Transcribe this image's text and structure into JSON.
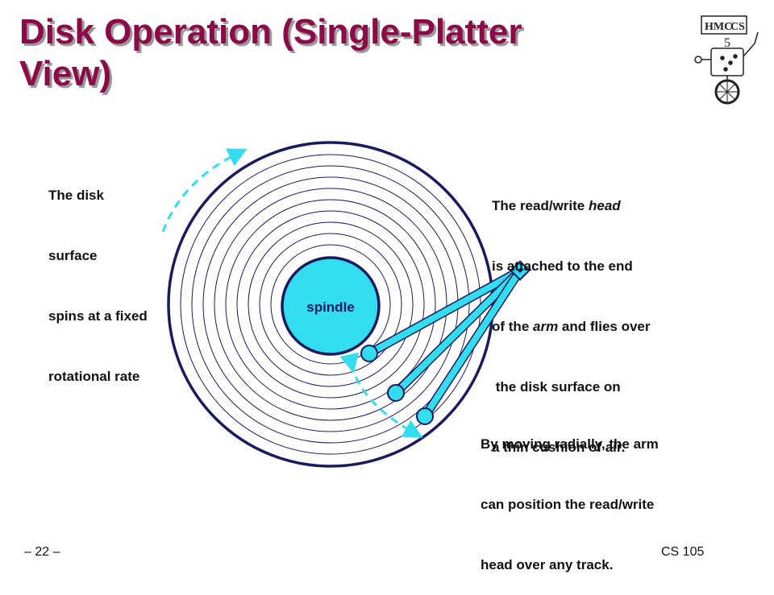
{
  "slide": {
    "title_line1": "Disk Operation (Single-Platter",
    "title_line2": "View)",
    "page_number": "– 22 –",
    "course": "CS 105"
  },
  "logo": {
    "text_hmc": "HMC",
    "text_cs": "CS",
    "number": "5"
  },
  "diagram": {
    "spindle_label": "spindle",
    "colors": {
      "platter_stroke": "#1a1a5e",
      "spindle_fill": "#33ddf0",
      "arm_fill": "#33ddf0",
      "motion_arrow": "#33ddf0",
      "title": "#8b0a47"
    },
    "arm_positions_count": 3
  },
  "notes": {
    "spin": {
      "lines": [
        "The disk",
        "surface",
        "spins at a fixed",
        "rotational rate"
      ]
    },
    "head": {
      "line1": "The read/write ",
      "line1_em": "head",
      "line2": "is attached to the end",
      "line3_pre": "of the ",
      "line3_em": "arm",
      "line3_post": " and flies over",
      "line4": " the disk surface on",
      "line5": "a thin cushion of air."
    },
    "radial": {
      "lines": [
        "By moving radially, the arm",
        "can position the read/write",
        "head over any track."
      ]
    }
  }
}
